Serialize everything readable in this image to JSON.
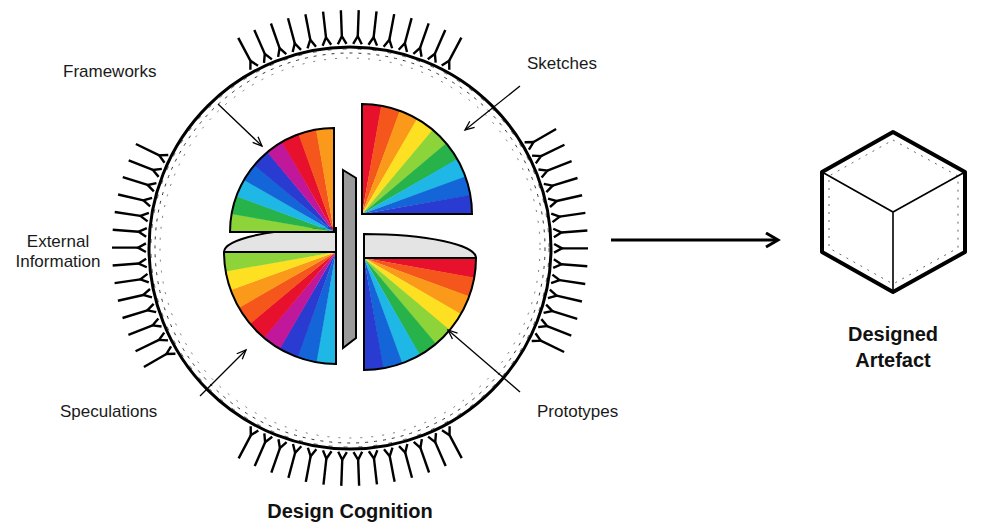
{
  "diagram": {
    "nodes": [
      {
        "text": [
          "Design Cognition"
        ]
      },
      {
        "text": [
          "Designed Artefact"
        ]
      }
    ],
    "edges": [
      {
        "from": 0,
        "to": 1,
        "arrow": "to"
      }
    ],
    "labels": [
      "Frameworks",
      "Sketches",
      "External Information",
      "Speculations",
      "Prototypes"
    ]
  }
}
